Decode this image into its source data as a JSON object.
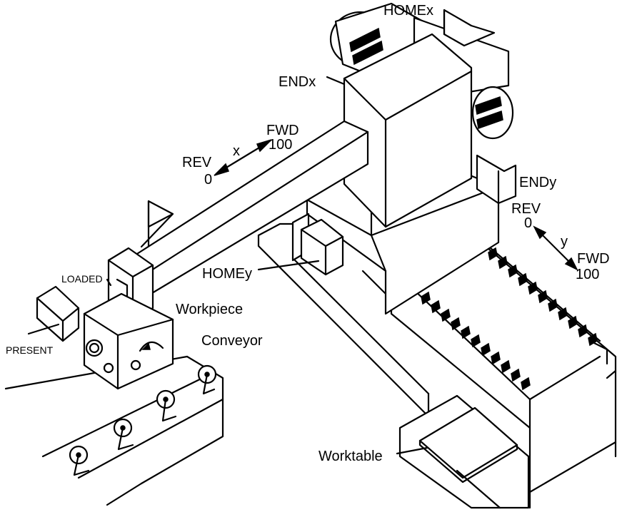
{
  "labels": {
    "home_x": "HOMEx",
    "end_x": "ENDx",
    "end_y": "ENDy",
    "home_y": "HOMEy",
    "x_axis": "x",
    "y_axis": "y",
    "x_fwd": "FWD",
    "x_fwd_val": "100",
    "x_rev": "REV",
    "x_rev_val": "0",
    "y_rev": "REV",
    "y_rev_val": "0",
    "y_fwd": "FWD",
    "y_fwd_val": "100",
    "loaded": "LOADED",
    "present": "PRESENT",
    "workpiece": "Workpiece",
    "conveyor": "Conveyor",
    "worktable": "Worktable"
  }
}
